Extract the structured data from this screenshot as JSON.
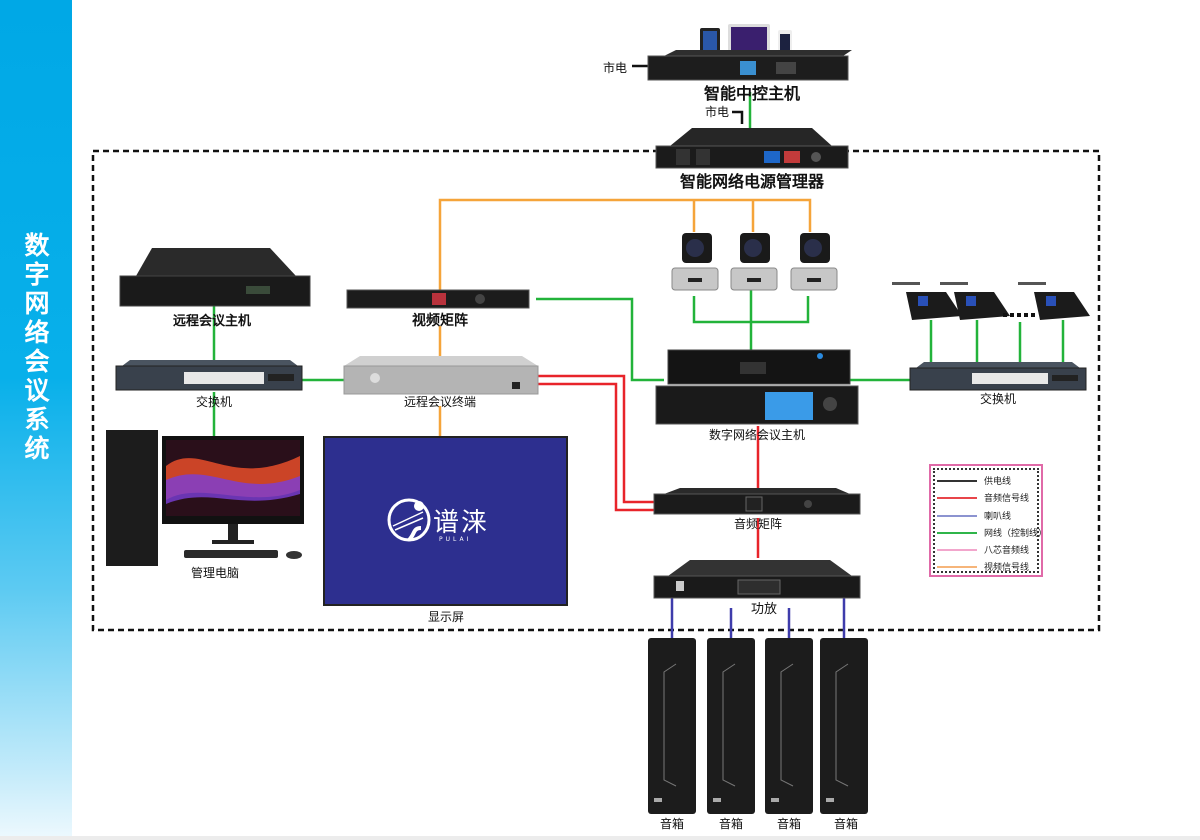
{
  "sidebar": {
    "title": "数字网络会议系统"
  },
  "devices": {
    "central_control": "智能中控主机",
    "power_manager": "智能网络电源管理器",
    "remote_host": "远程会议主机",
    "video_matrix": "视频矩阵",
    "switch_left": "交换机",
    "remote_terminal": "远程会议终端",
    "management_pc": "管理电脑",
    "display": "显示屏",
    "conference_host": "数字网络会议主机",
    "switch_right": "交换机",
    "audio_matrix": "音频矩阵",
    "amplifier": "功放",
    "speakers": [
      "音箱",
      "音箱",
      "音箱",
      "音箱"
    ],
    "mains_1": "市电",
    "mains_2": "市电"
  },
  "display_logo": {
    "name": "谱涞",
    "sub": "PULAI"
  },
  "legend": {
    "items": [
      {
        "label": "供电线",
        "color": "#333333"
      },
      {
        "label": "音频信号线",
        "color": "#e8454a"
      },
      {
        "label": "喇叭线",
        "color": "#8c93d0"
      },
      {
        "label": "网线（控制线）",
        "color": "#2fb54a"
      },
      {
        "label": "八芯音频线",
        "color": "#f2a6cc"
      },
      {
        "label": "视频信号线",
        "color": "#f6b57a"
      }
    ]
  },
  "colors": {
    "sidebar": "#00a8e6",
    "network": "#22b33a",
    "video": "#f5a43a",
    "audio": "#e8242a",
    "speaker": "#3e3cab",
    "screen": "#2d2f8f"
  }
}
